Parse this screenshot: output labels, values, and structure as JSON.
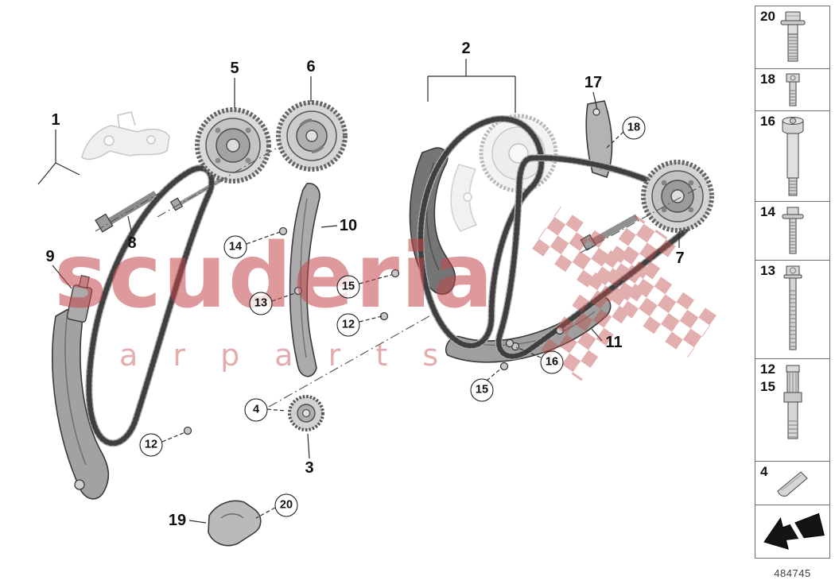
{
  "doc_number": "484745",
  "watermark": {
    "title": "scuderia",
    "subtitle": "a r   p a r t s",
    "color": "#c14649",
    "checker_color": "#c0504d"
  },
  "callouts": {
    "n1": "1",
    "n2": "2",
    "n3": "3",
    "n4": "4",
    "n5": "5",
    "n6": "6",
    "n7": "7",
    "n8": "8",
    "n9": "9",
    "n10": "10",
    "n11": "11",
    "n12a": "12",
    "n12b": "12",
    "n13": "13",
    "n14": "14",
    "n15a": "15",
    "n15b": "15",
    "n16": "16",
    "n17": "17",
    "n18": "18",
    "n19": "19",
    "n20": "20"
  },
  "sidebar": {
    "items": [
      {
        "label": "20",
        "icon": "hex-flange-bolt-icon"
      },
      {
        "label": "18",
        "icon": "cylinder-head-bolt-icon"
      },
      {
        "label": "16",
        "icon": "shoulder-screw-icon"
      },
      {
        "label": "14",
        "icon": "flange-bolt-icon"
      },
      {
        "label": "13",
        "icon": "long-bolt-icon"
      },
      {
        "label": "12",
        "label2": "15",
        "icon": "stud-pin-icon"
      },
      {
        "label": "4",
        "icon": "woodruff-key-icon"
      },
      {
        "label": "",
        "icon": "direction-arrow-icon"
      }
    ]
  }
}
